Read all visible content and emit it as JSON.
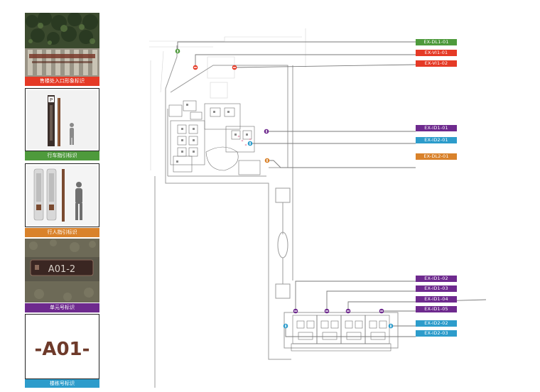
{
  "colors": {
    "green": "#4e9a3c",
    "red": "#e53a26",
    "purple": "#6e2a8e",
    "blue": "#2d9ccb",
    "orange": "#d9822b",
    "plan_line": "#9b9b9b"
  },
  "panels": [
    {
      "id": "p1",
      "caption": "售楼处入口形象标识",
      "color": "#e53a26",
      "photo": "entrance-sign-photo"
    },
    {
      "id": "p2",
      "caption": "行车指引标识",
      "color": "#4e9a3c",
      "photo": "vehicle-guide-sign-photo"
    },
    {
      "id": "p3",
      "caption": "行人指引标识",
      "color": "#d9822b",
      "photo": "pedestrian-guide-sign-photo"
    },
    {
      "id": "p4",
      "caption": "单元号标识",
      "color": "#6e2a8e",
      "photo": "unit-number-sign-photo",
      "plate_text": "A01-2"
    },
    {
      "id": "p5",
      "caption": "楼栋号标识",
      "color": "#2d9ccb",
      "photo": "building-number-sign-photo",
      "plate_text": "-A01-"
    }
  ],
  "tags": [
    {
      "code": "EX-DL1-01",
      "color": "#4e9a3c"
    },
    {
      "code": "EX-VI1-01",
      "color": "#e53a26"
    },
    {
      "code": "EX-VI1-02",
      "color": "#e53a26"
    },
    {
      "code": "EX-ID1-01",
      "color": "#6e2a8e"
    },
    {
      "code": "EX-ID2-01",
      "color": "#2d9ccb"
    },
    {
      "code": "EX-DL2-01",
      "color": "#d9822b"
    },
    {
      "code": "EX-ID1-02",
      "color": "#6e2a8e"
    },
    {
      "code": "EX-ID1-03",
      "color": "#6e2a8e"
    },
    {
      "code": "EX-ID1-04",
      "color": "#6e2a8e"
    },
    {
      "code": "EX-ID1-05",
      "color": "#6e2a8e"
    },
    {
      "code": "EX-ID2-02",
      "color": "#2d9ccb"
    },
    {
      "code": "EX-ID2-03",
      "color": "#2d9ccb"
    }
  ]
}
